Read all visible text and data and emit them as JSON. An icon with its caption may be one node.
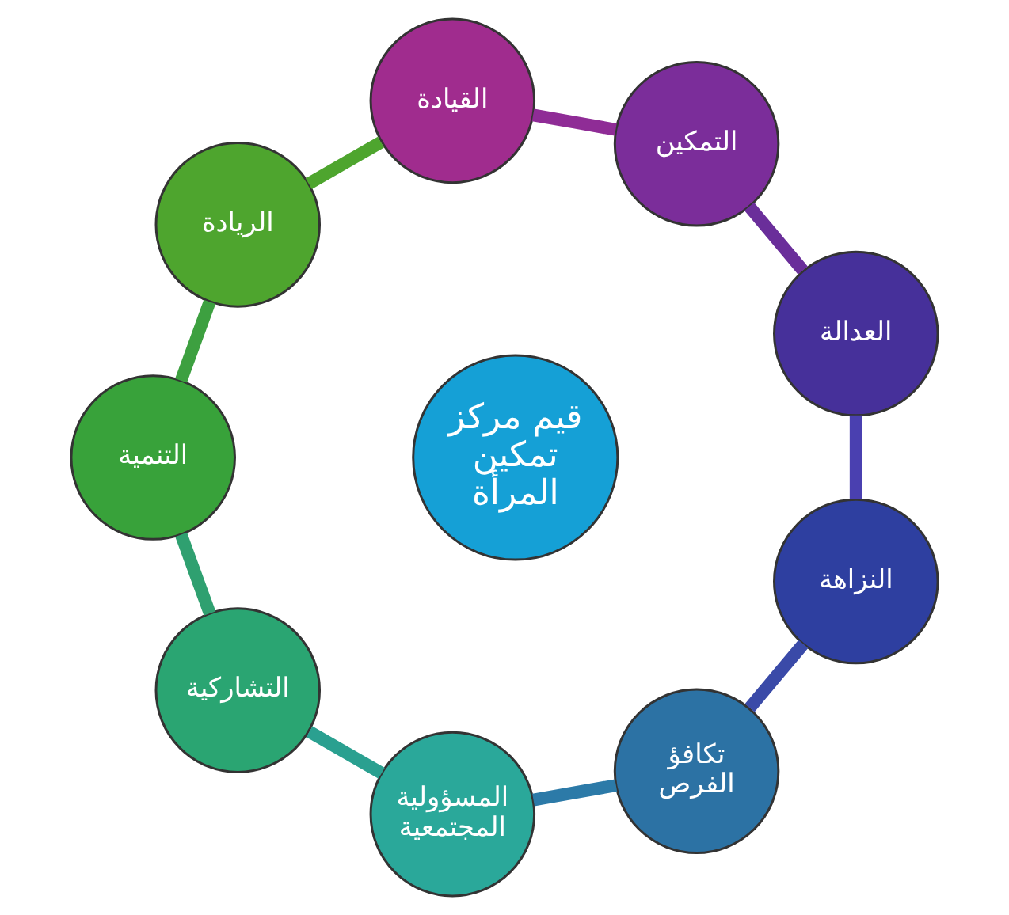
{
  "diagram": {
    "nodes": [
      {
        "text": [
          "القيادة"
        ]
      },
      {
        "text": [
          "التمكين"
        ]
      },
      {
        "text": [
          "العدالة"
        ]
      },
      {
        "text": [
          "النزاهة"
        ]
      },
      {
        "text": [
          "تكافؤ الفرص"
        ]
      },
      {
        "text": [
          "المسؤولية المجتمعية"
        ]
      },
      {
        "text": [
          "التشاركية"
        ]
      },
      {
        "text": [
          "التنمية"
        ]
      },
      {
        "text": [
          "الريادة"
        ]
      },
      {
        "text": [
          "قيم مركز تمكين المرأة"
        ]
      }
    ],
    "edges": [
      {
        "from": 0,
        "to": 1,
        "arrow": "none",
        "color": "#8f2c96"
      },
      {
        "from": 1,
        "to": 2,
        "arrow": "none",
        "color": "#6a2e9a"
      },
      {
        "from": 2,
        "to": 3,
        "arrow": "none",
        "color": "#4a40b0"
      },
      {
        "from": 3,
        "to": 4,
        "arrow": "none",
        "color": "#3a4aa8"
      },
      {
        "from": 4,
        "to": 5,
        "arrow": "none",
        "color": "#2c7aa8"
      },
      {
        "from": 5,
        "to": 6,
        "arrow": "none",
        "color": "#2aa090"
      },
      {
        "from": 6,
        "to": 7,
        "arrow": "none",
        "color": "#2fa070"
      },
      {
        "from": 7,
        "to": 8,
        "arrow": "none",
        "color": "#3da040"
      },
      {
        "from": 8,
        "to": 0,
        "arrow": "none",
        "color": "#4ea52e"
      }
    ]
  }
}
